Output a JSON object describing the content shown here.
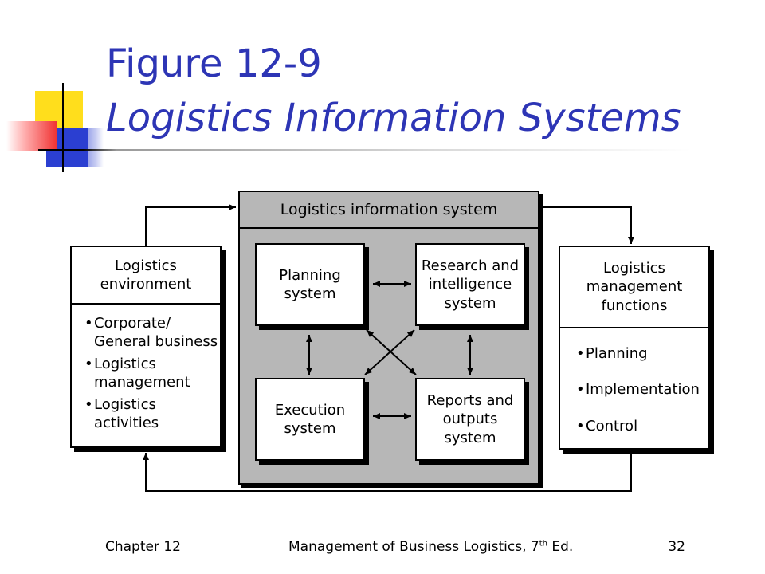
{
  "title": {
    "line1": "Figure 12-9",
    "line2": "Logistics Information Systems"
  },
  "diagram": {
    "center_title": "Logistics information system",
    "modules": {
      "planning": "Planning\nsystem",
      "research": "Research and\nintelligence\nsystem",
      "execution": "Execution\nsystem",
      "reports": "Reports and\noutputs\nsystem"
    },
    "environment": {
      "heading": "Logistics\nenvironment",
      "items": [
        "Corporate/\nGeneral business",
        "Logistics\nmanagement",
        "Logistics\nactivities"
      ]
    },
    "functions": {
      "heading": "Logistics\nmanagement\nfunctions",
      "items": [
        "Planning",
        "Implementation",
        "Control"
      ]
    },
    "bullet": "•"
  },
  "footer": {
    "chapter": "Chapter 12",
    "book_main": "Management of Business Logistics, 7",
    "book_sup": "th",
    "book_end": " Ed.",
    "page": "32"
  }
}
